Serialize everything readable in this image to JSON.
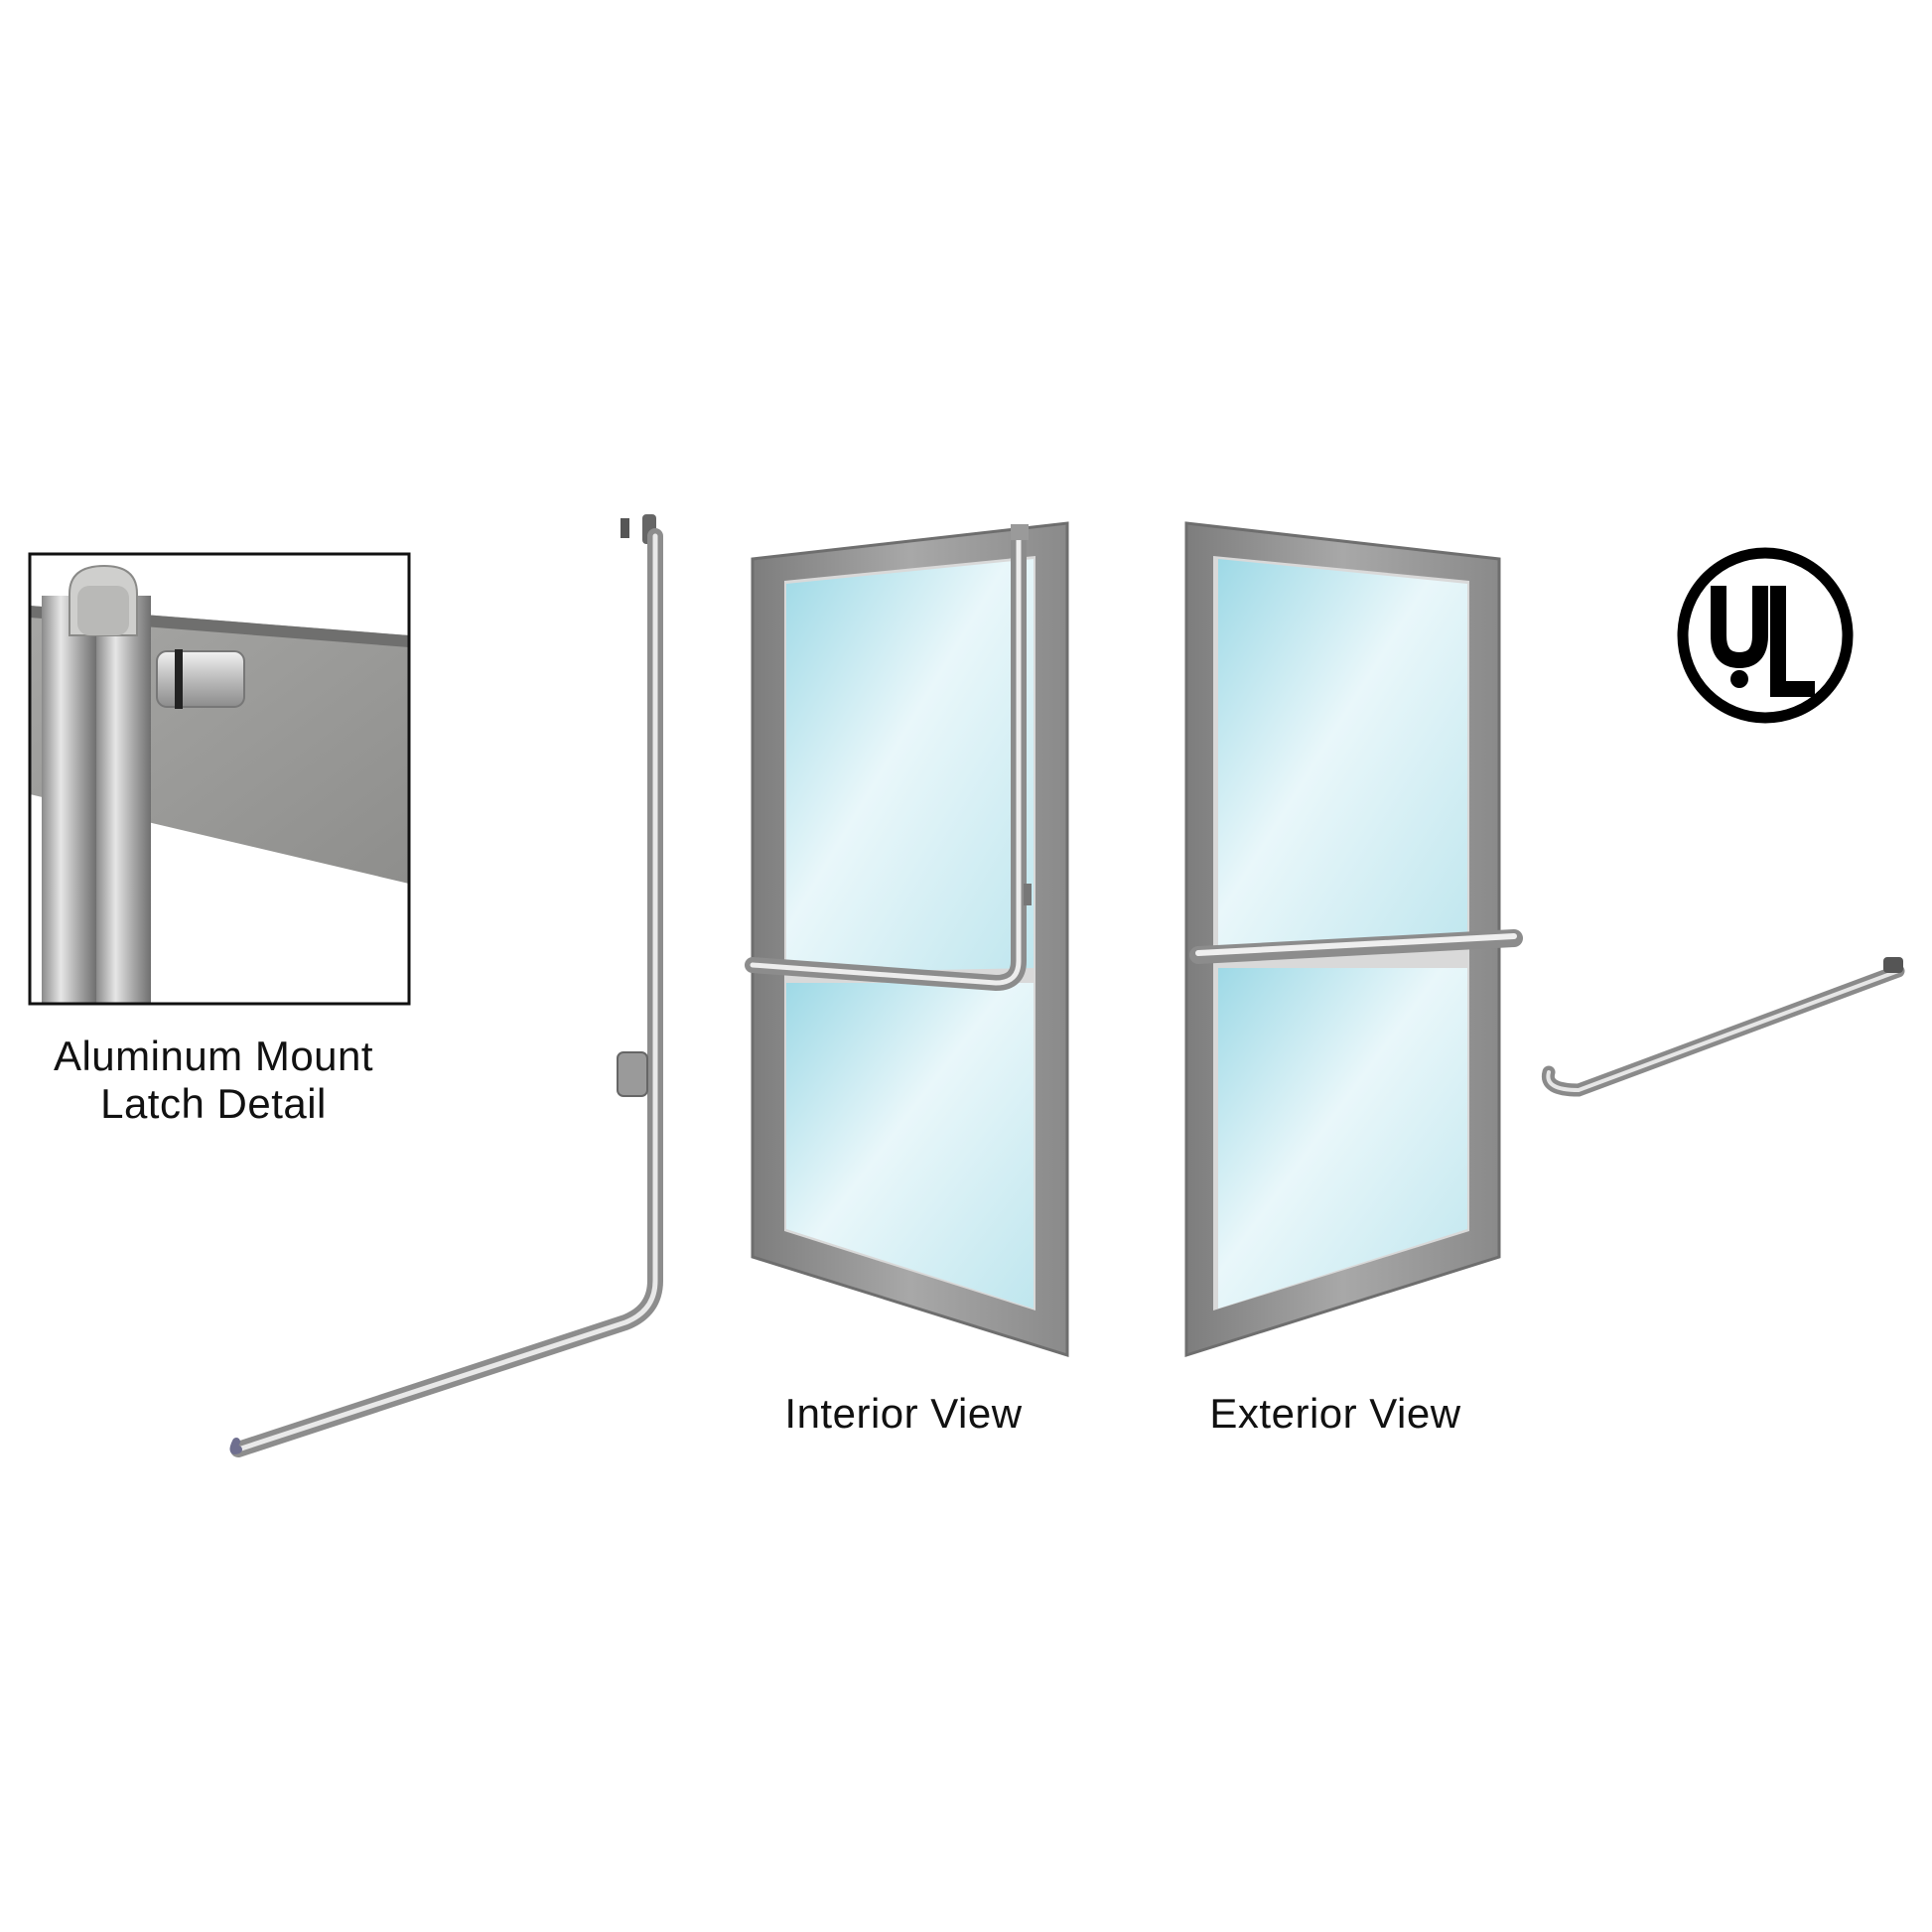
{
  "detail": {
    "caption_line1": "Aluminum Mount",
    "caption_line2": "Latch Detail"
  },
  "views": {
    "interior_label": "Interior View",
    "exterior_label": "Exterior View"
  },
  "logo": {
    "text": "UL",
    "icon": "ul-listed-mark-icon"
  },
  "colors": {
    "frame": "#8f8f8f",
    "frame_light": "#cfcfcf",
    "glass": "#bfe6ee",
    "bar": "#c8c8c8",
    "ink": "#111111"
  }
}
